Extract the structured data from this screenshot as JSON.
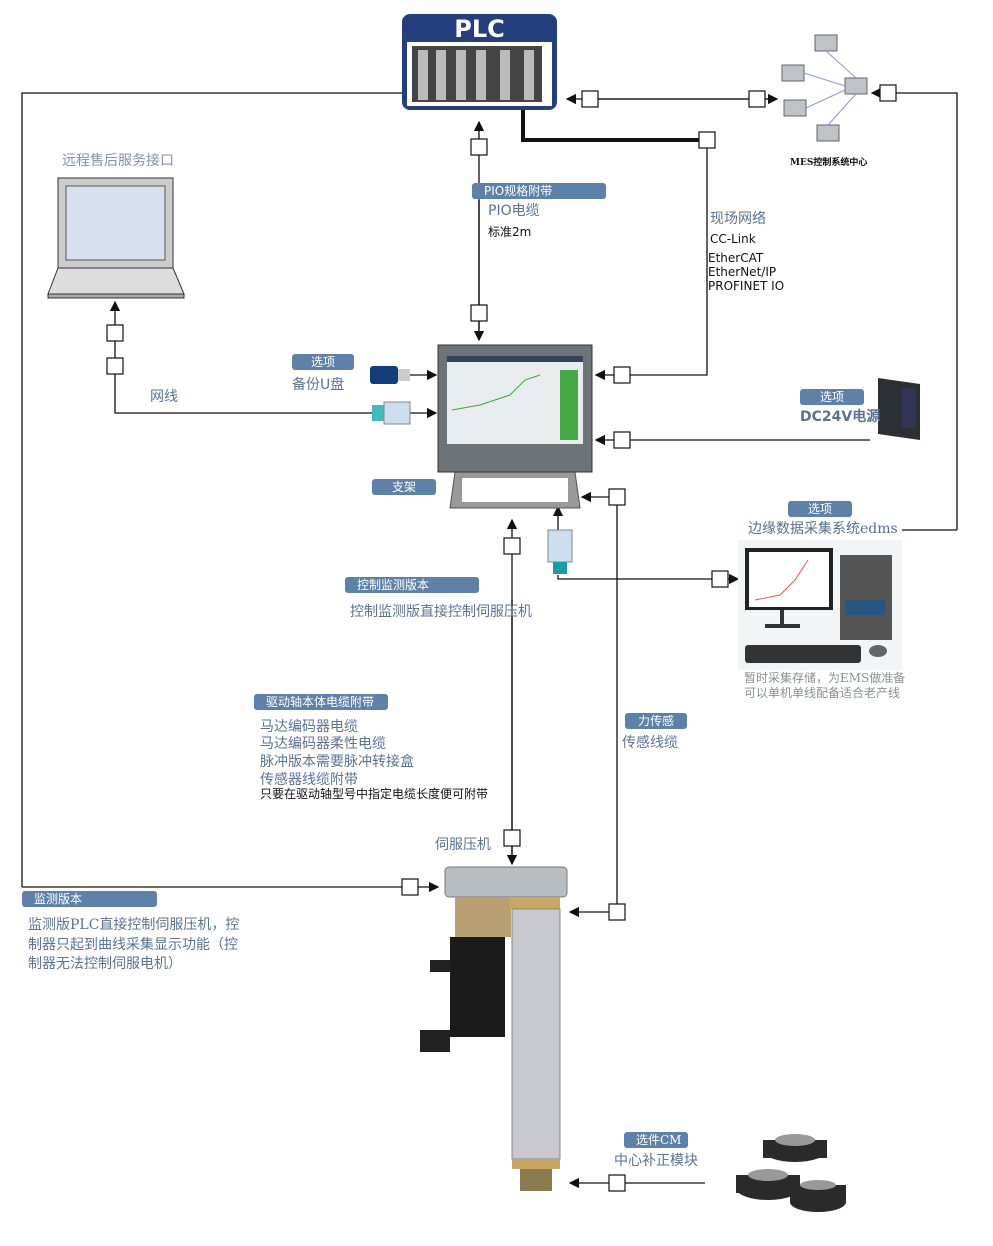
{
  "plc": {
    "title": "PLC"
  },
  "mes": {
    "label": "MES控制系统中心"
  },
  "remote": {
    "label": "远程售后服务接口"
  },
  "pio": {
    "badge": "PIO规格附带",
    "title": "PIO电缆",
    "note": "标准2m"
  },
  "fieldbus": {
    "title": "现场网络",
    "items": [
      "CC-Link",
      "EtherCAT",
      "EtherNet/IP",
      "PROFINET IO"
    ]
  },
  "usb": {
    "badge": "选项",
    "title": "备份U盘"
  },
  "lan": {
    "title": "网线"
  },
  "power": {
    "badge": "选项",
    "title": "DC24V电源"
  },
  "stand": {
    "badge": "支架"
  },
  "edms": {
    "badge": "选项",
    "title": "边缘数据采集系统edms",
    "notes": [
      "暂时采集存储，为EMS做准备",
      "可以单机单线配备适合老产线"
    ]
  },
  "control": {
    "badge": "控制监测版本",
    "title": "控制监测版直接控制伺服压机"
  },
  "drive_cables": {
    "badge": "驱动轴本体电缆附带",
    "items": [
      "马达编码器电缆",
      "马达编码器柔性电缆",
      "脉冲版本需要脉冲转接盒",
      "传感器线缆附带"
    ],
    "note": "只要在驱动轴型号中指定电缆长度便可附带"
  },
  "force": {
    "badge": "力传感",
    "title": "传感线缆"
  },
  "servo": {
    "title": "伺服压机"
  },
  "monitor": {
    "badge": "监测版本",
    "lines": [
      "监测版PLC直接控制伺服压机，控",
      "制器只起到曲线采集显示功能（控",
      "制器无法控制伺服电机）"
    ]
  },
  "cm": {
    "badge": "选件CM",
    "title": "中心补正模块"
  },
  "colors": {
    "accent": "#5d81a9",
    "plc_header": "#233f7d",
    "text_blue": "#5a7394"
  }
}
